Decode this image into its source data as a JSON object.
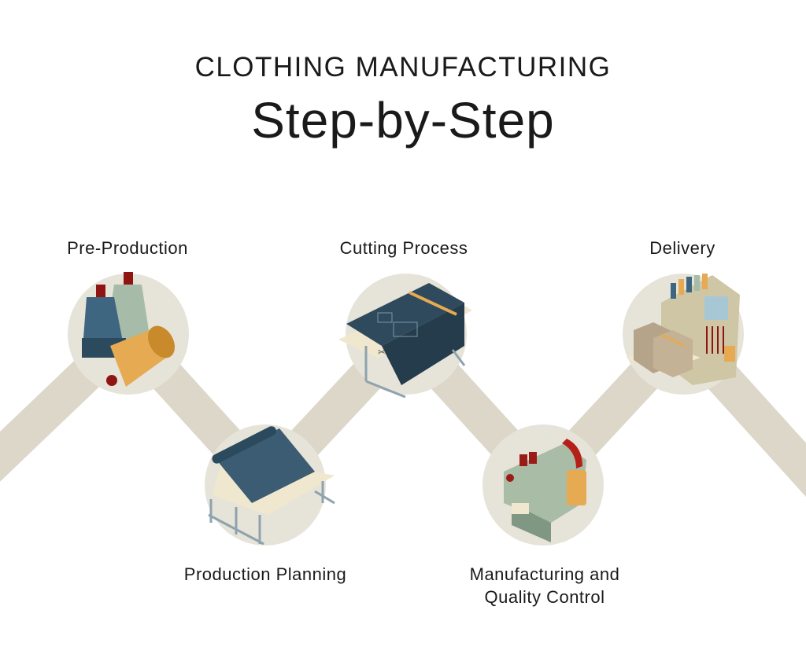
{
  "header": {
    "title": "CLOTHING MANUFACTURING",
    "subtitle": "Step-by-Step"
  },
  "steps": [
    {
      "label": "Pre-Production",
      "icon": "thread-spools-icon"
    },
    {
      "label": "Production Planning",
      "icon": "fabric-roll-table-icon"
    },
    {
      "label": "Cutting Process",
      "icon": "cutting-table-icon"
    },
    {
      "label": "Manufacturing and Quality Control",
      "line1": "Manufacturing and",
      "line2": "Quality Control",
      "icon": "sewing-machine-icon"
    },
    {
      "label": "Delivery",
      "icon": "boxes-machine-icon"
    }
  ],
  "colors": {
    "path": "#dcd7c8",
    "circle": "#e6e3d9",
    "navy": "#2f4a5c",
    "mustard": "#e0a443",
    "sage": "#a9bca5",
    "red": "#9b1b17"
  }
}
